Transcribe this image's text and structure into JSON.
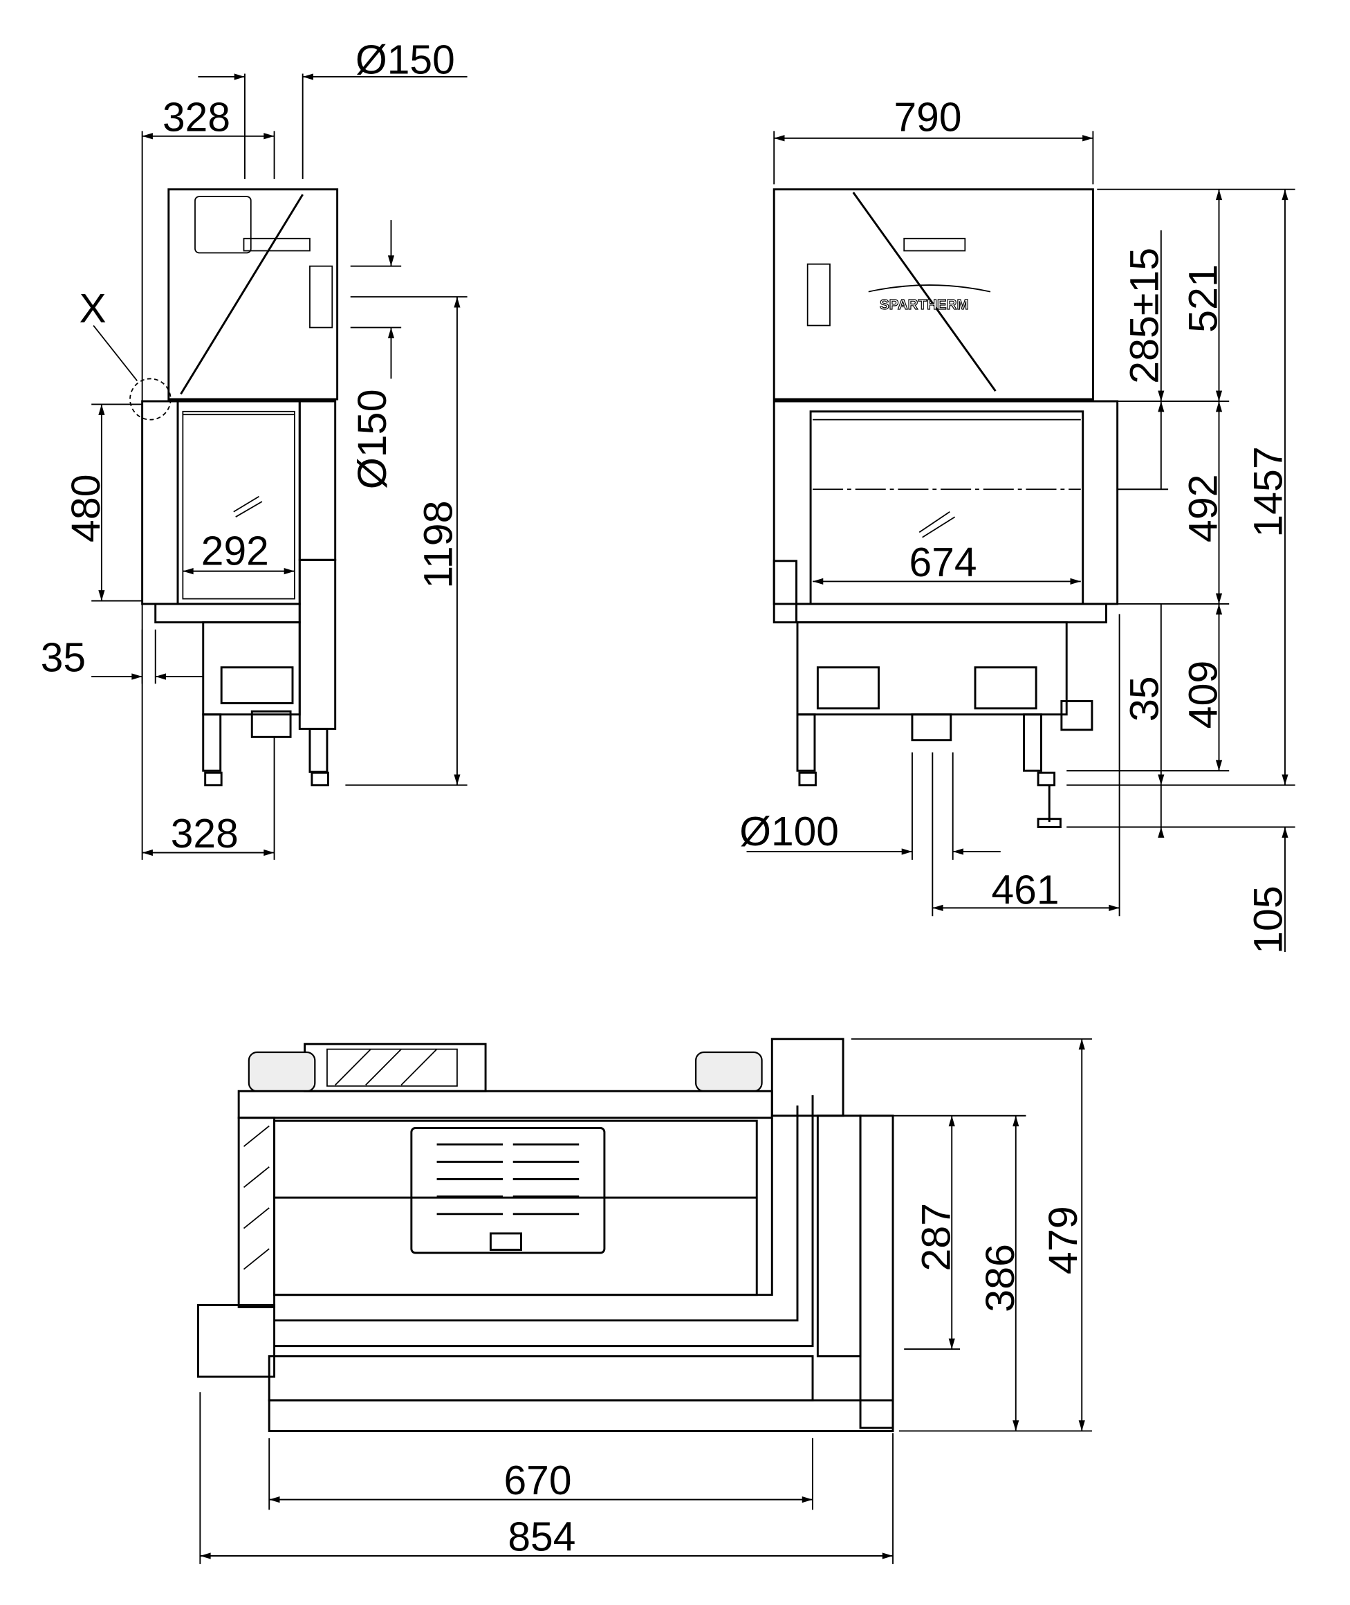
{
  "brand": "SPARTHERM",
  "side_view": {
    "flue_diameter_top": "Ø150",
    "flue_offset_top": "328",
    "detail_marker": "X",
    "door_height": "480",
    "flue_diameter_back": "Ø150",
    "glass_depth": "292",
    "back_flue_height": "1198",
    "front_offset": "35",
    "depth_bottom": "328"
  },
  "front_view": {
    "width": "790",
    "hood_height_range": "285±15",
    "hood_height": "521",
    "total_height": "1457",
    "glass_height": "492",
    "glass_width": "674",
    "foot_adjust": "35",
    "base_height": "409",
    "air_inlet_diameter": "Ø100",
    "air_inlet_offset": "461",
    "foot_height": "105"
  },
  "plan_view": {
    "inner_depth": "287",
    "glass_depth": "386",
    "total_depth": "479",
    "glass_width": "670",
    "total_width": "854"
  }
}
